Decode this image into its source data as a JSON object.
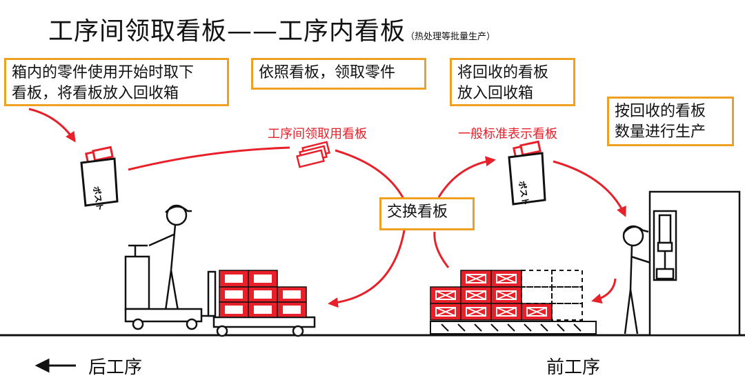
{
  "title": {
    "main": "工序间领取看板——工序内看板",
    "sub": "（热处理等批量生产）"
  },
  "notes": {
    "box1": {
      "line1": "箱内的零件使用开始时取下",
      "line2": "看板，将看板放入回收箱"
    },
    "box2": {
      "line1": "依照看板，领取零件"
    },
    "box3": {
      "line1": "将回收的看板",
      "line2": "放入回收箱"
    },
    "box4": {
      "line1": "按回收的看板",
      "line2": "数量进行生产"
    },
    "exchange": "交换看板"
  },
  "labels": {
    "withdrawal_kanban": "工序间领取用看板",
    "production_kanban": "一般标准表示看板",
    "post_text": "ポスト"
  },
  "bottom": {
    "arrow": "←",
    "downstream": "后工序",
    "upstream": "前工序"
  },
  "colors": {
    "accent_red": "#e8202a",
    "note_border": "#f0a020",
    "line": "#111111"
  }
}
